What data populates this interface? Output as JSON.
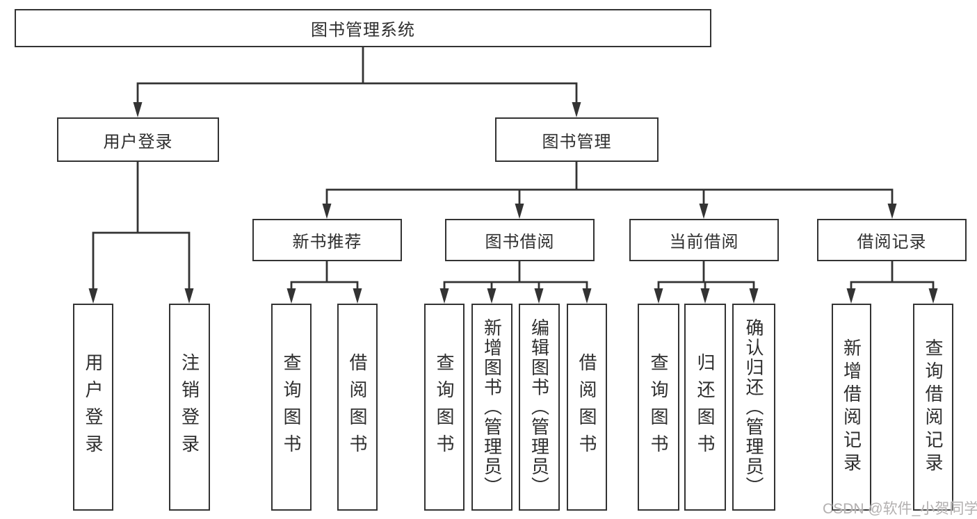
{
  "colors": {
    "line": "#333333",
    "text": "#2e2e2e",
    "background": "#ffffff",
    "watermark": "#b3b0b0"
  },
  "diagram": {
    "root": {
      "label": "图书管理系统"
    },
    "level2": {
      "user_login": {
        "label": "用户登录"
      },
      "book_management": {
        "label": "图书管理"
      }
    },
    "level3": {
      "new_book_recommend": {
        "label": "新书推荐"
      },
      "book_borrowing": {
        "label": "图书借阅"
      },
      "current_borrowing": {
        "label": "当前借阅"
      },
      "borrowing_records": {
        "label": "借阅记录"
      }
    },
    "leaves": {
      "user_login": {
        "label": "用户登录"
      },
      "logout": {
        "label": "注销登录"
      },
      "query_books_1": {
        "label": "查询图书"
      },
      "borrow_books_1": {
        "label": "借阅图书"
      },
      "query_books_2": {
        "label": "查询图书"
      },
      "add_book_admin": {
        "label": "新增图书（管理员）"
      },
      "edit_book_admin": {
        "label": "编辑图书（管理员）"
      },
      "borrow_books_2": {
        "label": "借阅图书"
      },
      "query_books_3": {
        "label": "查询图书"
      },
      "return_book": {
        "label": "归还图书"
      },
      "confirm_return_admin": {
        "label": "确认归还（管理员）"
      },
      "add_borrow_record": {
        "label": "新增借阅记录"
      },
      "query_borrow_record": {
        "label": "查询借阅记录"
      }
    }
  },
  "watermark": {
    "text": "CSDN @软件_小贺同学"
  }
}
